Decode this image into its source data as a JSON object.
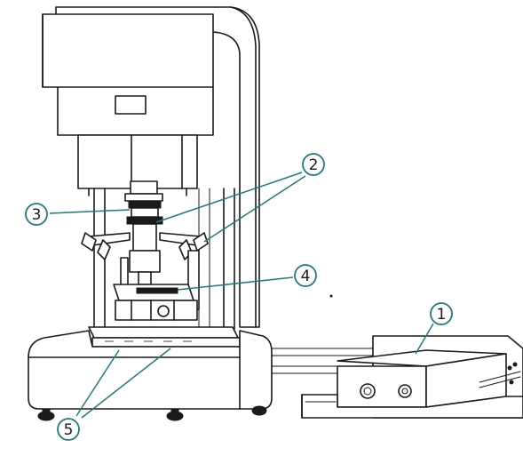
{
  "callouts": [
    {
      "id": "1",
      "label": "1"
    },
    {
      "id": "2",
      "label": "2"
    },
    {
      "id": "3",
      "label": "3"
    },
    {
      "id": "4",
      "label": "4"
    },
    {
      "id": "5",
      "label": "5"
    }
  ],
  "colors": {
    "line_art": "#1a1a1a",
    "callout": "#1f7a7a",
    "background": "#ffffff"
  }
}
